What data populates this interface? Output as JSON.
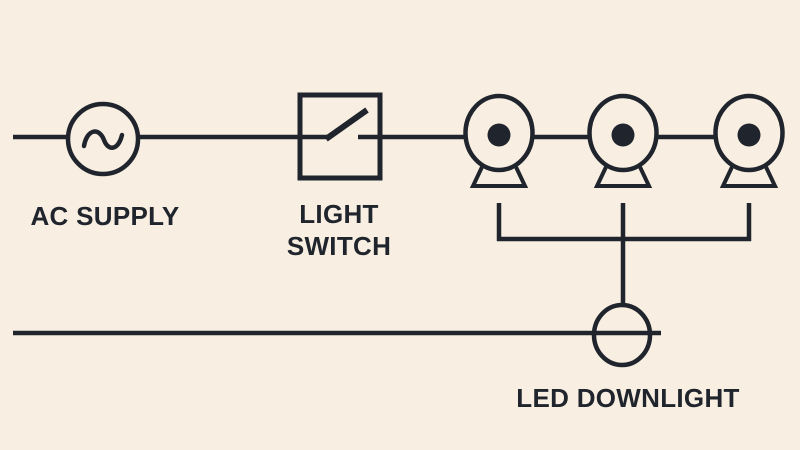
{
  "colors": {
    "background": "#f8efe2",
    "ink": "#20242c"
  },
  "diagram": {
    "type": "wiring-schematic",
    "labels": {
      "ac_supply": "AC SUPPLY",
      "light_switch_line1": "LIGHT",
      "light_switch_line2": "SWITCH",
      "led_downlight": "LED DOWNLIGHT"
    },
    "components": {
      "ac_supply_symbol": "circle-with-sine-wave",
      "light_switch_symbol": "open-contact-in-box",
      "downlight_symbol": "circle-with-dot-and-base",
      "downlight_count": 3,
      "junction_symbol": "circle-on-return-wire"
    }
  }
}
